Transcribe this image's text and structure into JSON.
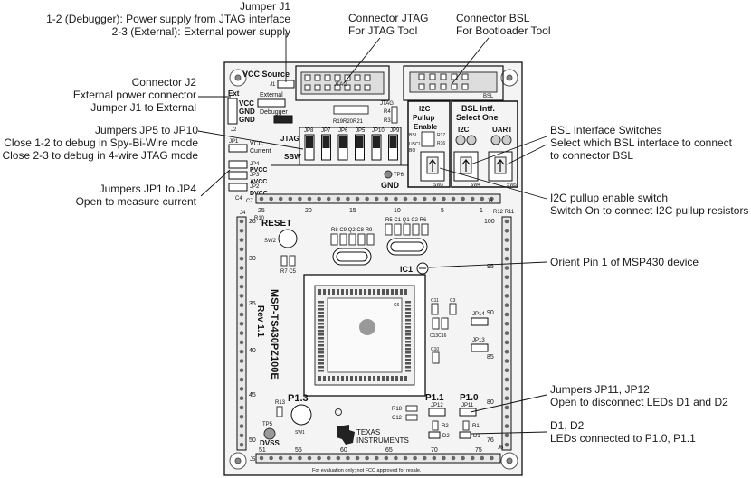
{
  "annotations": {
    "j1": [
      "Jumper J1",
      "1-2 (Debugger): Power supply from JTAG interface",
      "2-3 (External): External power supply"
    ],
    "jtag": [
      "Connector JTAG",
      "For JTAG Tool"
    ],
    "bsl_conn": [
      "Connector BSL",
      "For Bootloader Tool"
    ],
    "j2": [
      "Connector J2",
      "External power connector",
      "Jumper J1 to External"
    ],
    "jp5_10": [
      "Jumpers JP5 to JP10",
      "Close 1-2 to debug in Spy-Bi-Wire mode",
      "Close 2-3 to debug in 4-wire JTAG mode"
    ],
    "bsl_sw": [
      "BSL Interface Switches",
      "Select which BSL interface to connect",
      "to connector BSL"
    ],
    "jp1_4": [
      "Jumpers JP1 to JP4",
      "Open to measure current"
    ],
    "i2c": [
      "I2C pullup enable switch",
      "Switch On to connect I2C pullup resistors"
    ],
    "pin1": [
      "Orient Pin 1 of MSP430 device"
    ],
    "jp11_12": [
      "Jumpers JP11, JP12",
      "Open to disconnect LEDs D1 and D2"
    ],
    "leds": [
      "D1, D2",
      "LEDs connected to P1.0, P1.1"
    ]
  },
  "silkscreen": {
    "vcc_source": "VCC Source",
    "ext": "Ext",
    "vcc": "VCC",
    "gnd": "GND",
    "external": "External",
    "debugger": "Debugger",
    "jtag": "JTAG",
    "sbw": "SBW",
    "jtag_hdr": "JTAG",
    "jp_labels": [
      "JP8",
      "JP7",
      "JP6",
      "JP5",
      "JP10",
      "JP9"
    ],
    "jp1": "JP1",
    "jp2": "JP2",
    "jp3": "JP3",
    "jp4": "JP4",
    "vcc_current": [
      "VCC",
      "Current"
    ],
    "pvcc": "PVCC",
    "avcc": "AVCC",
    "dvcc": "DVCC",
    "i2c_pullup": [
      "I2C",
      "Pullup",
      "Enable"
    ],
    "bsl_intf": [
      "BSL Intf.",
      "Select One"
    ],
    "i2c": "I2C",
    "uart": "UART",
    "bsl_tag": "BSL",
    "usci": "USCI",
    "bo": "BO",
    "r17": "R17",
    "r16": "R16",
    "sw3": "SW3",
    "sw4": "SW4",
    "sw5": "SW5",
    "tp6": "TP6",
    "reset": "RESET",
    "sw2": "SW2",
    "r7c5": "R7 C5",
    "r8_c9": "R8 C9 Q2 C8 R9",
    "r5_r6": "R5 C1 Q1 C2 R6",
    "ic1": "IC1",
    "model": "MSP-TS430PZ100E",
    "rev": "Rev 1.1",
    "p13": "P1.3",
    "p11": "P1.1",
    "p10": "P1.0",
    "r13": "R13",
    "tp5": "TP5",
    "dvss": "DVSS",
    "sw1": "SW1",
    "r18": "R18",
    "c12": "C12",
    "jp12": "JP12",
    "jp11": "JP11",
    "r2": "R2",
    "d2": "D2",
    "r1": "R1",
    "d1": "D1",
    "c11": "C11",
    "c3": "C3",
    "c13c16": "C13C16",
    "c10": "C10",
    "jp14": "JP14",
    "jp13": "JP13",
    "ti_name": [
      "TEXAS",
      "INSTRUMENTS"
    ],
    "footer": "For evaluation only; not FCC approved for resale.",
    "j1_lbl": "J1",
    "j2_lbl": "J2",
    "j3_lbl": "J3",
    "j4_lbl": "J4",
    "j5_lbl": "J5",
    "j6_lbl": "J6",
    "jtag_dev": "JTAG",
    "r19r21": "R19R20R21",
    "r4": "R4",
    "r3": "R3",
    "c4": "C4",
    "c6": "C6",
    "c7": "C7",
    "r10": "R10",
    "r12r11": "R12 R11",
    "top_pins": [
      "25",
      "20",
      "15",
      "10",
      "5",
      "1"
    ],
    "left_pins": [
      "26",
      "30",
      "35",
      "40",
      "45",
      "50"
    ],
    "right_pins": [
      "100",
      "95",
      "90",
      "85",
      "80",
      "76"
    ],
    "bottom_pins": [
      "51",
      "55",
      "60",
      "65",
      "70",
      "75"
    ]
  }
}
